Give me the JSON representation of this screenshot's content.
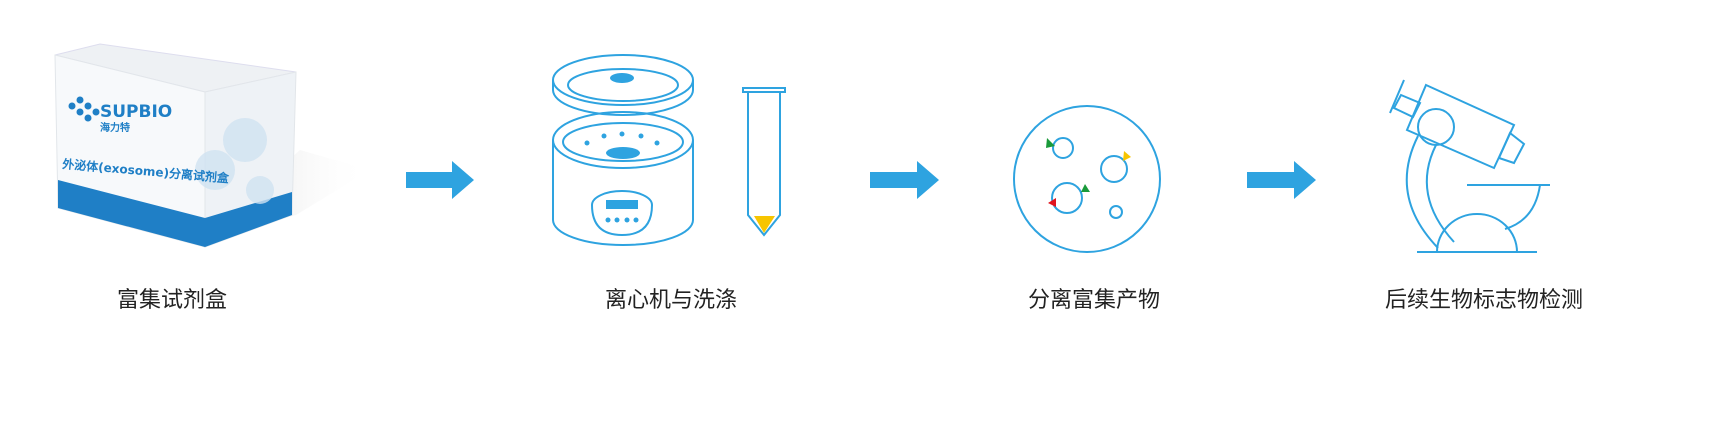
{
  "colors": {
    "accent": "#2ea3e0",
    "yellow": "#f7c500",
    "green": "#1a9a3a",
    "red": "#e0141e",
    "text": "#222222"
  },
  "steps": [
    {
      "label": "富集试剂盒",
      "icon": "reagent-kit-box"
    },
    {
      "label": "离心机与洗涤",
      "icon": "centrifuge-and-tube"
    },
    {
      "label": "分离富集产物",
      "icon": "petri-dish"
    },
    {
      "label": "后续生物标志物检测",
      "icon": "microscope"
    }
  ],
  "kit": {
    "brand": "SUPBIO",
    "brand_cn": "海力特",
    "product": "外泌体(exosome)分离试剂盒"
  }
}
